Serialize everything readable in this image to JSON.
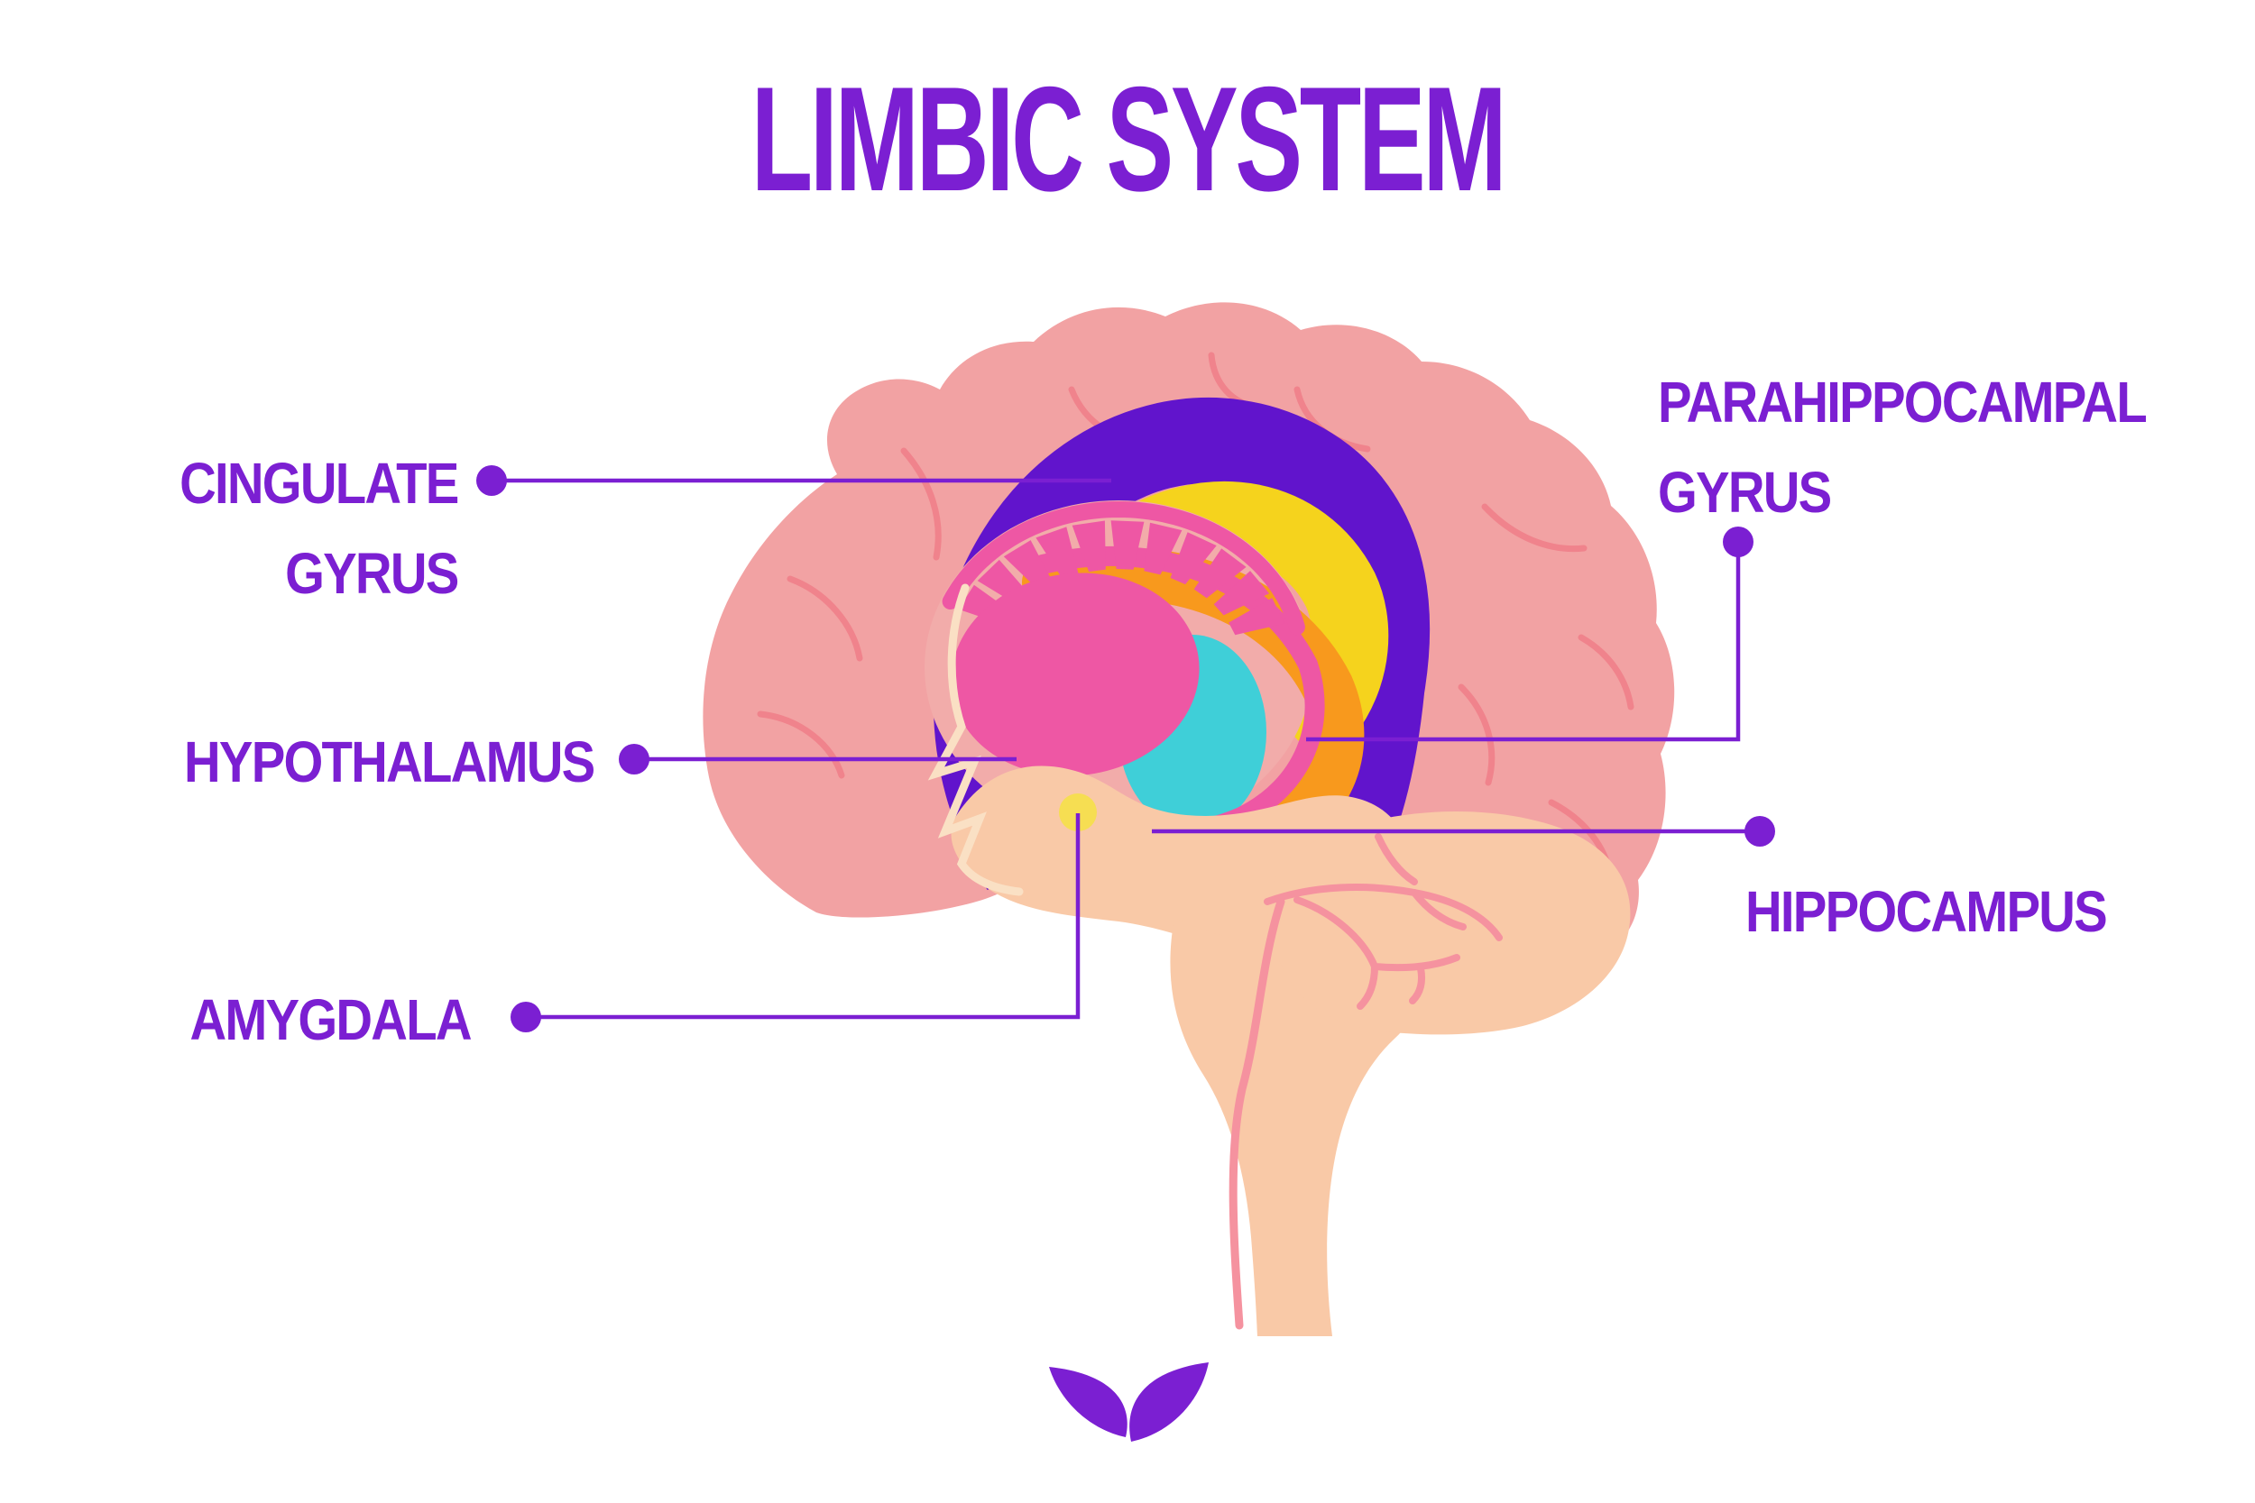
{
  "title": {
    "text": "LIMBIC SYSTEM"
  },
  "labels": {
    "cingulate_gyrus": {
      "line1": "CINGULATE",
      "line2": "GYRUS"
    },
    "hypothalamus": {
      "line1": "HYPOTHALAMUS"
    },
    "amygdala": {
      "line1": "AMYGDALA"
    },
    "parahippocampal_gyrus": {
      "line1": "PARAHIPPOCAMPAL",
      "line2": "GYRUS"
    },
    "hippocampus": {
      "line1": "HIPPOCAMPUS"
    }
  },
  "colors": {
    "background": "#FFFFFF",
    "accent": "#7B1FD2",
    "cortex": "#F2A2A3",
    "cortex_line": "#F0838C",
    "peach": "#F9C9A7",
    "vein": "#F5929F",
    "cingulate_band": "#6114CC",
    "corpus_callosum_yellow": "#F5D31D",
    "limbic_pink": "#EE57A4",
    "inner_pink": "#F2ACAA",
    "orange": "#F8991D",
    "teal": "#3FCFD8",
    "amygdala_yellow": "#F6DE52",
    "cream": "#FAE0C4"
  },
  "logo": {
    "name": "mindvalley-logo"
  }
}
